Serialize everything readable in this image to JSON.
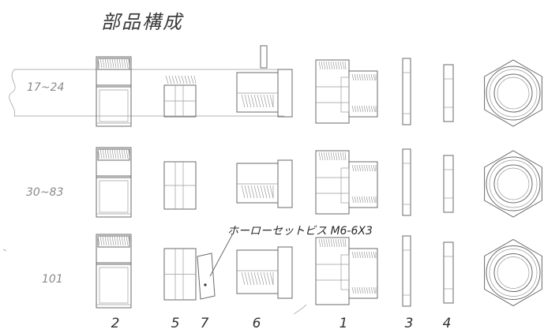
{
  "title": "部品構成",
  "rows": [
    {
      "label": "17~24"
    },
    {
      "label": "30~83"
    },
    {
      "label": "101"
    }
  ],
  "note": "ホーローセットビス M6-6X3",
  "part_numbers": [
    "2",
    "5",
    "7",
    "6",
    "1",
    "3",
    "4"
  ]
}
